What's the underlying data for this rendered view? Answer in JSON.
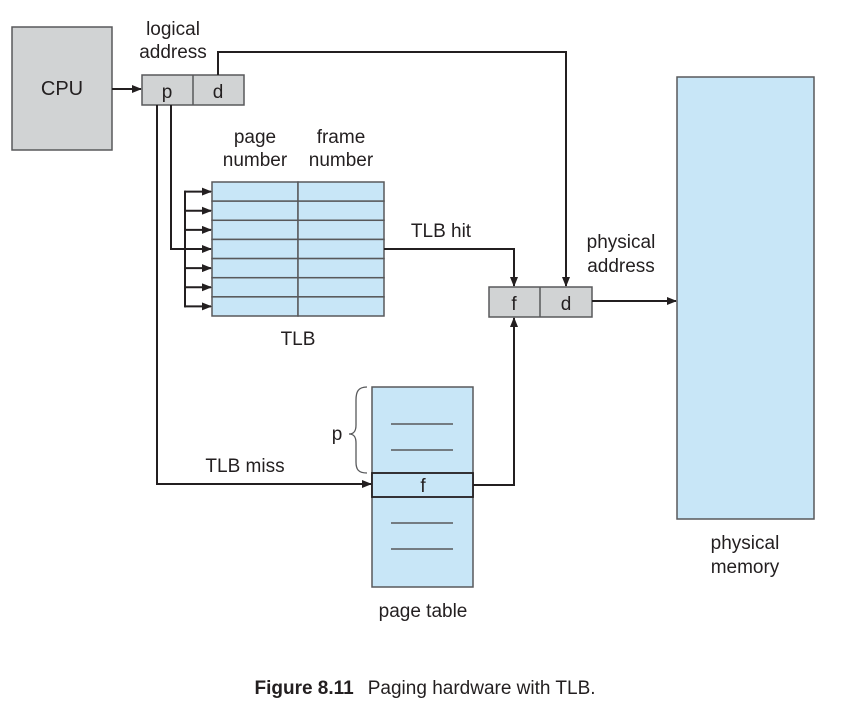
{
  "figure": {
    "cpu_label": "CPU",
    "logical_address": {
      "title_line1": "logical",
      "title_line2": "address",
      "fields": [
        "p",
        "d"
      ]
    },
    "tlb": {
      "label": "TLB",
      "col1_line1": "page",
      "col1_line2": "number",
      "col2_line1": "frame",
      "col2_line2": "number",
      "row_count": 7
    },
    "tlb_hit_label": "TLB hit",
    "tlb_miss_label": "TLB miss",
    "physical_address": {
      "title_line1": "physical",
      "title_line2": "address",
      "fields": [
        "f",
        "d"
      ]
    },
    "page_table": {
      "label": "page table",
      "index_label": "p",
      "entry_label": "f"
    },
    "physical_memory": {
      "line1": "physical",
      "line2": "memory"
    },
    "colors": {
      "box_gray": "#d1d3d4",
      "table_blue": "#c8e6f7",
      "stroke": "#231f20"
    }
  },
  "caption": {
    "number": "Figure 8.11",
    "text": "Paging hardware with TLB."
  }
}
